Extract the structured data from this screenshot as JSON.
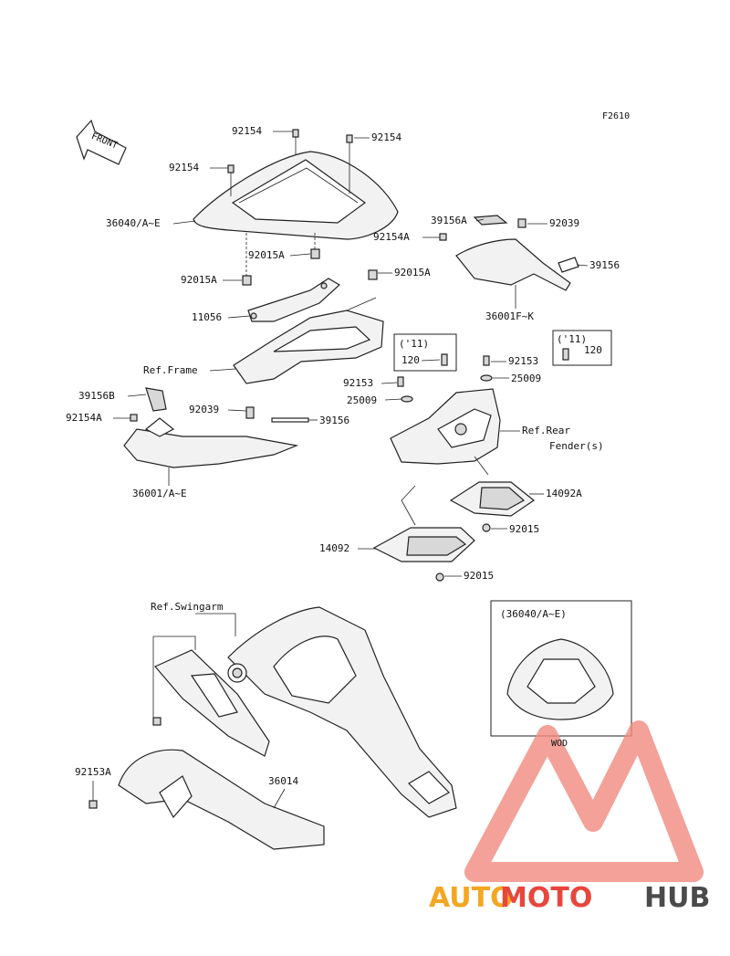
{
  "figure_code": "F2610",
  "front_label": "FRONT",
  "parts": {
    "p92154_top": "92154",
    "p92154_right": "92154",
    "p92154_left": "92154",
    "p36040": "36040/A~E",
    "p92015A_mid": "92015A",
    "p92015A_left": "92015A",
    "p92015A_right": "92015A",
    "p11056": "11056",
    "ref_frame": "Ref.Frame",
    "p39156A": "39156A",
    "p92039_right": "92039",
    "p92154A_right": "92154A",
    "p39156_right": "39156",
    "p36001FK": "36001F~K",
    "year11_a": "('11)",
    "p120_a": "120",
    "year11_b": "('11)",
    "p120_b": "120",
    "p92153_right": "92153",
    "p25009_right": "25009",
    "p92153_mid": "92153",
    "p25009_mid": "25009",
    "ref_rear_fender_1": "Ref.Rear",
    "ref_rear_fender_2": "Fender(s)",
    "p39156B": "39156B",
    "p92039_left": "92039",
    "p92154A_left": "92154A",
    "p39156_left": "39156",
    "p36001AE": "36001/A~E",
    "p14092A": "14092A",
    "p92015_upper": "92015",
    "p14092": "14092",
    "p92015_lower": "92015",
    "ref_swingarm": "Ref.Swingarm",
    "p92153A": "92153A",
    "p36014": "36014",
    "inset_label": "(36040/A~E)",
    "inset_note": "WOD"
  },
  "watermark": {
    "part1": "AUTO",
    "part2": "MOTO",
    "part3": "HUB",
    "color_orange": "#f5a623",
    "color_red": "#e8463c",
    "color_gray": "#4a4a4a"
  }
}
